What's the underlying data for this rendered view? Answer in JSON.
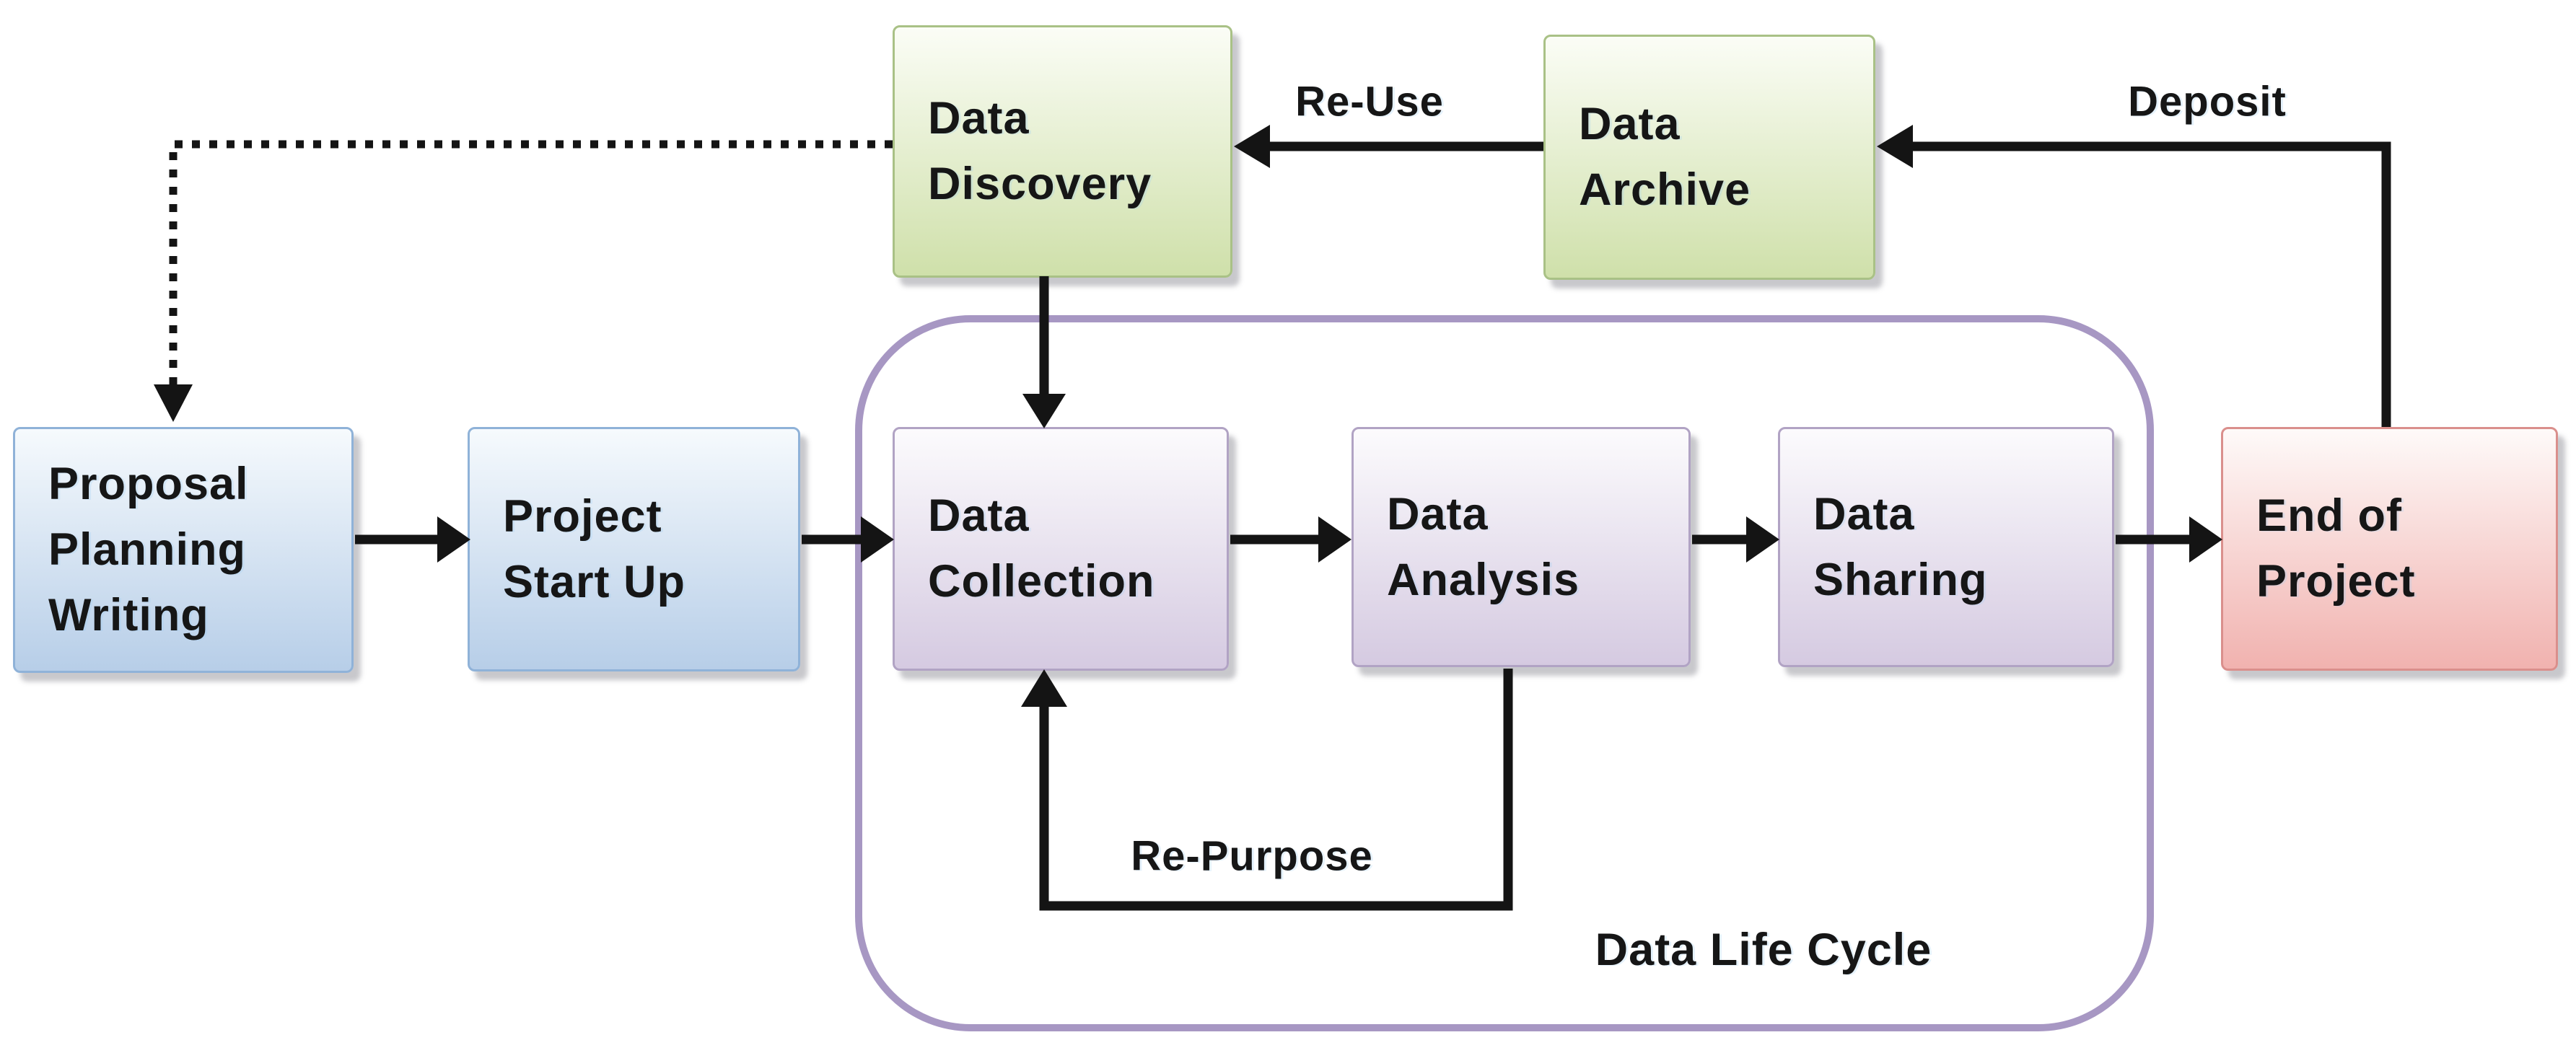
{
  "diagram": {
    "boundary_label": "Data Life Cycle",
    "nodes": [
      {
        "id": "proposal-planning-writing",
        "label": "Proposal\nPlanning\nWriting",
        "color_group": "blue"
      },
      {
        "id": "project-start-up",
        "label": "Project\nStart Up",
        "color_group": "blue"
      },
      {
        "id": "data-discovery",
        "label": "Data\nDiscovery",
        "color_group": "green"
      },
      {
        "id": "data-archive",
        "label": "Data\nArchive",
        "color_group": "green"
      },
      {
        "id": "data-collection",
        "label": "Data\nCollection",
        "color_group": "purple"
      },
      {
        "id": "data-analysis",
        "label": "Data\nAnalysis",
        "color_group": "purple"
      },
      {
        "id": "data-sharing",
        "label": "Data\nSharing",
        "color_group": "purple"
      },
      {
        "id": "end-of-project",
        "label": "End of\nProject",
        "color_group": "red"
      }
    ],
    "edge_labels": {
      "re_use": "Re-Use",
      "deposit": "Deposit",
      "re_purpose": "Re-Purpose"
    },
    "edges": [
      {
        "from": "proposal-planning-writing",
        "to": "project-start-up",
        "style": "solid",
        "label": ""
      },
      {
        "from": "project-start-up",
        "to": "data-collection",
        "style": "solid",
        "label": ""
      },
      {
        "from": "data-collection",
        "to": "data-analysis",
        "style": "solid",
        "label": ""
      },
      {
        "from": "data-analysis",
        "to": "data-sharing",
        "style": "solid",
        "label": ""
      },
      {
        "from": "data-sharing",
        "to": "end-of-project",
        "style": "solid",
        "label": ""
      },
      {
        "from": "data-discovery",
        "to": "data-collection",
        "style": "solid",
        "label": ""
      },
      {
        "from": "data-archive",
        "to": "data-discovery",
        "style": "solid",
        "label": "Re-Use"
      },
      {
        "from": "end-of-project",
        "to": "data-archive",
        "style": "solid",
        "label": "Deposit"
      },
      {
        "from": "data-analysis",
        "to": "data-collection",
        "style": "solid",
        "label": "Re-Purpose"
      },
      {
        "from": "data-discovery",
        "to": "proposal-planning-writing",
        "style": "dotted",
        "label": ""
      }
    ]
  },
  "palette": {
    "blue_top": "#f6fafd",
    "blue_bottom": "#b7cee8",
    "blue_border": "#8fb2d8",
    "green_top": "#fbfdf6",
    "green_bottom": "#cfe0aa",
    "green_border": "#a9c186",
    "purple_top": "#fcfbfd",
    "purple_bottom": "#d5cae1",
    "purple_border": "#b1a3c4",
    "red_top": "#fefaf9",
    "red_bottom": "#f1b2af",
    "red_border": "#da8f8c",
    "boundary_border": "#a797c3",
    "ink": "#141414",
    "text_ink": "#161616",
    "shadow_rgba": "rgba(110,110,122,0.38)"
  }
}
